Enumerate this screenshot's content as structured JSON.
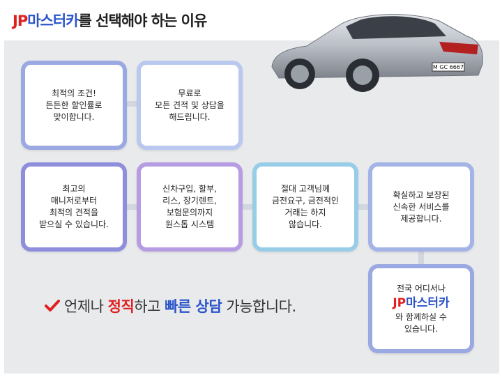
{
  "title": {
    "brand_jp": "JP",
    "brand_rest": "마스터카",
    "rest": "를 선택해야 하는 이유"
  },
  "car_plate": "M GC 6667",
  "colors": {
    "brand_red": "#e02020",
    "brand_blue": "#2b54c9",
    "panel_bg": "#e9eaec"
  },
  "cards": {
    "c1": {
      "lines": [
        "최적의 조건!",
        "든든한 할인률로",
        "맞이합니다."
      ]
    },
    "c2": {
      "lines": [
        "무료로",
        "모든 견적 및 상담을",
        "해드립니다."
      ]
    },
    "c3": {
      "lines": [
        "최고의",
        "매니저로부터",
        "최적의 견적을",
        "받으실 수 있습니다."
      ]
    },
    "c4": {
      "lines": [
        "신차구입, 할부,",
        "리스, 장기렌트,",
        "보험문의까지",
        "원스톱 시스템"
      ]
    },
    "c5": {
      "lines": [
        "절대 고객님께",
        "금전요구, 금전적인",
        "거래는 하지",
        "않습니다."
      ]
    },
    "c6": {
      "lines": [
        "확실하고 보장된",
        "신속한 서비스를",
        "제공합니다."
      ]
    },
    "c7": {
      "line1": "전국 어디서나",
      "brand_jp": "JP",
      "brand_rest": "마스터카",
      "line3": "와 함께하실 수",
      "line4": "있습니다."
    }
  },
  "tagline": {
    "part1": "언제나 ",
    "hl1": "정직",
    "part2": "하고 ",
    "hl2": "빠른 상담",
    "part3": " 가능합니다."
  },
  "icons": {
    "check": "checkmark-icon",
    "car": "car-image"
  }
}
